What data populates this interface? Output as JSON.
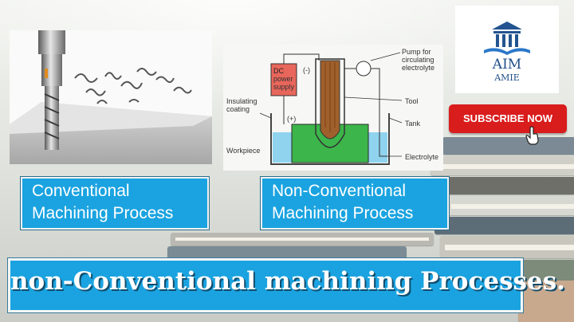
{
  "left_panel": {
    "caption_line1": "Conventional",
    "caption_line2": "Machining Process"
  },
  "right_panel": {
    "caption_line1": "Non-Conventional",
    "caption_line2": "Machining Process",
    "diagram": {
      "power_line1": "DC",
      "power_line2": "power",
      "power_line3": "supply",
      "minus": "(-)",
      "plus": "(+)",
      "insulating_line1": "Insulating",
      "insulating_line2": "coating",
      "workpiece": "Workpiece",
      "pump_line1": "Pump for",
      "pump_line2": "circulating",
      "pump_line3": "electrolyte",
      "tool": "Tool",
      "tank": "Tank",
      "electrolyte": "Electrolyte"
    }
  },
  "logo": {
    "name": "AIM",
    "subtitle": "AMIE"
  },
  "subscribe": {
    "label": "SUBSCRIBE NOW"
  },
  "banner": {
    "title": "non-Conventional machining Processes."
  },
  "colors": {
    "accent": "#1aa3e0",
    "subscribe": "#d91c1c",
    "workpiece": "#3cb54a",
    "electrolyte": "#8fd3ef",
    "power_supply": "#e8665b"
  }
}
